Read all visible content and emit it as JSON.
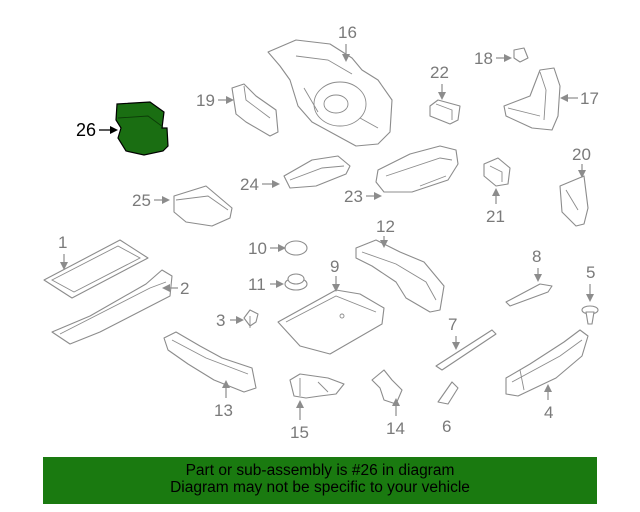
{
  "callouts": {
    "c1": "1",
    "c2": "2",
    "c3": "3",
    "c4": "4",
    "c5": "5",
    "c6": "6",
    "c7": "7",
    "c8": "8",
    "c9": "9",
    "c10": "10",
    "c11": "11",
    "c12": "12",
    "c13": "13",
    "c14": "14",
    "c15": "15",
    "c16": "16",
    "c17": "17",
    "c18": "18",
    "c19": "19",
    "c20": "20",
    "c21": "21",
    "c22": "22",
    "c23": "23",
    "c24": "24",
    "c25": "25",
    "c26": "26"
  },
  "highlight": {
    "part": "26",
    "fill_color": "#1a6e12"
  },
  "banner": {
    "line1": "Part or sub-assembly is #26 in diagram",
    "line2": "Diagram may not be specific to your vehicle",
    "background_color": "#1a7a10"
  }
}
